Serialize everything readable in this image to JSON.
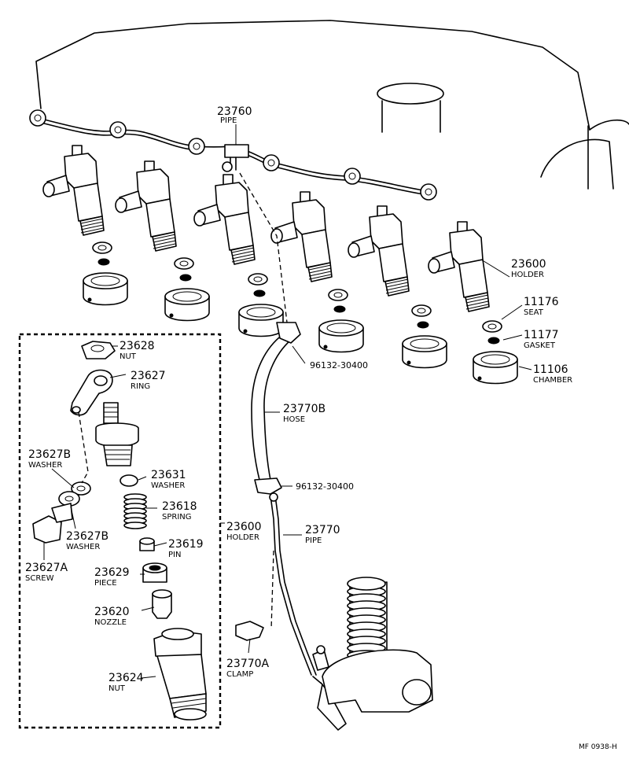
{
  "callouts": [
    {
      "id": "pipe-23760",
      "number": "23760",
      "name": "PIPE"
    },
    {
      "id": "holder-23600",
      "number": "23600",
      "name": "HOLDER"
    },
    {
      "id": "seat-11176",
      "number": "11176",
      "name": "SEAT"
    },
    {
      "id": "gasket-11177",
      "number": "11177",
      "name": "GASKET"
    },
    {
      "id": "chamber-11106",
      "number": "11106",
      "name": "CHAMBER"
    },
    {
      "id": "clip-upper",
      "number": "96132-30400",
      "name": ""
    },
    {
      "id": "hose-23770b",
      "number": "23770B",
      "name": "HOSE"
    },
    {
      "id": "clip-lower",
      "number": "96132-30400",
      "name": ""
    },
    {
      "id": "pipe-23770",
      "number": "23770",
      "name": "PIPE"
    },
    {
      "id": "clamp-23770a",
      "number": "23770A",
      "name": "CLAMP"
    },
    {
      "id": "holder-23600-kit",
      "number": "23600",
      "name": "HOLDER"
    },
    {
      "id": "nut-23628",
      "number": "23628",
      "name": "NUT"
    },
    {
      "id": "ring-23627",
      "number": "23627",
      "name": "RING"
    },
    {
      "id": "washer-23627b-upper",
      "number": "23627B",
      "name": "WASHER"
    },
    {
      "id": "washer-23631",
      "number": "23631",
      "name": "WASHER"
    },
    {
      "id": "spring-23618",
      "number": "23618",
      "name": "SPRING"
    },
    {
      "id": "washer-23627b-lower",
      "number": "23627B",
      "name": "WASHER"
    },
    {
      "id": "pin-23619",
      "number": "23619",
      "name": "PIN"
    },
    {
      "id": "screw-23627a",
      "number": "23627A",
      "name": "SCREW"
    },
    {
      "id": "piece-23629",
      "number": "23629",
      "name": "PIECE"
    },
    {
      "id": "nozzle-23620",
      "number": "23620",
      "name": "NOZZLE"
    },
    {
      "id": "nut-23624",
      "number": "23624",
      "name": "NUT"
    }
  ],
  "footer": {
    "reference": "MF  0938-H"
  }
}
